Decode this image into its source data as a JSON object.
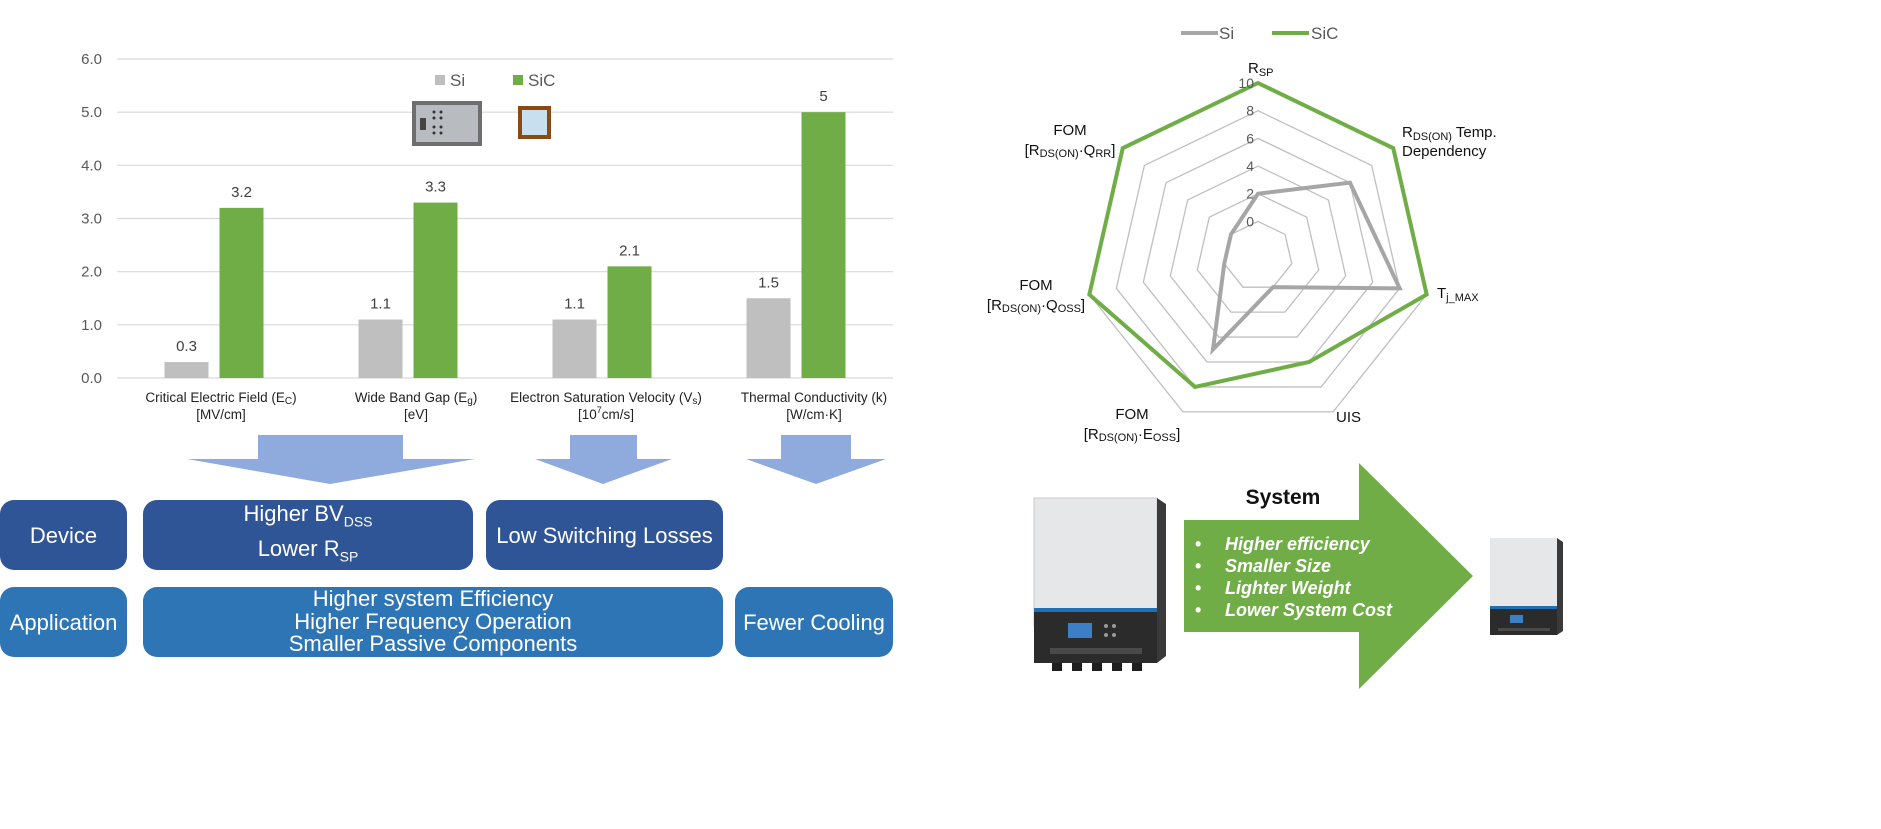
{
  "colors": {
    "si": "#bfbfbf",
    "sic": "#70ad47",
    "grid": "#d9d9d9",
    "arrow": "#8faadc",
    "device_box": "#2f5597",
    "application_box": "#2e75b6",
    "system_arrow": "#70ad47"
  },
  "chart_data": [
    {
      "type": "bar",
      "categories": [
        [
          "Critical Electric Field (Ec)",
          "[MV/cm]"
        ],
        [
          "Wide Band Gap (Eg)",
          "[eV]"
        ],
        [
          "Electron Saturation Velocity (Vs)",
          "[10⁷cm/s]"
        ],
        [
          "Thermal Conductivity (k)",
          "[W/cm·K]"
        ]
      ],
      "series": [
        {
          "name": "Si",
          "values": [
            0.3,
            1.1,
            1.1,
            1.5
          ],
          "value_labels": [
            "0.3",
            "1.1",
            "1.1",
            "1.5"
          ]
        },
        {
          "name": "SiC",
          "values": [
            3.2,
            3.3,
            2.1,
            5
          ],
          "value_labels": [
            "3.2",
            "3.3",
            "2.1",
            "5"
          ]
        }
      ],
      "ylim": [
        0,
        6
      ],
      "yticks": [
        "0.0",
        "1.0",
        "2.0",
        "3.0",
        "4.0",
        "5.0",
        "6.0"
      ],
      "grid": true,
      "legend": "top-center"
    },
    {
      "type": "radar",
      "axes": [
        "RSP",
        "RDS(ON) Temp. Dependency",
        "Tj_MAX",
        "UIS",
        "FOM [RDS(ON)·EOSS]",
        "FOM [RDS(ON)·QOSS]",
        "FOM [RDS(ON)·QRR]"
      ],
      "series": [
        {
          "name": "Si",
          "values": [
            2,
            6,
            8,
            0,
            5,
            0,
            0
          ]
        },
        {
          "name": "SiC",
          "values": [
            10,
            10,
            10,
            6,
            8,
            10,
            10
          ]
        }
      ],
      "rlim": [
        0,
        10
      ],
      "rticks": [
        "0",
        "2",
        "4",
        "6",
        "8",
        "10"
      ],
      "legend": "top"
    }
  ],
  "radar_labels": {
    "rsp": {
      "main": "R",
      "sub": "SP"
    },
    "temp": {
      "main": "R",
      "sub": "DS(ON)",
      "rest": " Temp.",
      "line2": "Dependency"
    },
    "tj": {
      "main": "T",
      "sub": "j_MAX"
    },
    "uis": "UIS",
    "eoss": {
      "line1": "FOM",
      "open": "[R",
      "sub1": "DS(ON)",
      "mid": "·E",
      "sub2": "OSS",
      "close": "]"
    },
    "qoss": {
      "line1": "FOM",
      "open": "[R",
      "sub1": "DS(ON)",
      "mid": "·Q",
      "sub2": "OSS",
      "close": "]"
    },
    "qrr": {
      "line1": "FOM",
      "open": "[R",
      "sub1": "DS(ON)",
      "mid": "·Q",
      "sub2": "RR",
      "close": "]"
    }
  },
  "category_labels": {
    "ec": {
      "line1a": "Critical Electric Field (E",
      "sub": "C",
      "line1b": ")",
      "line2": "[MV/cm]"
    },
    "eg": {
      "line1a": "Wide Band Gap (E",
      "sub": "g",
      "line1b": ")",
      "line2": "[eV]"
    },
    "vs": {
      "line1a": "Electron Saturation Velocity (V",
      "sub": "s",
      "line1b": ")",
      "line2a": "[10",
      "sup": "7",
      "line2b": "cm/s]"
    },
    "k": {
      "line1": "Thermal Conductivity (k)",
      "line2": "[W/cm·K]"
    }
  },
  "device_row": {
    "label": "Device",
    "box1_line1_main": "Higher BV",
    "box1_line1_sub": "DSS",
    "box1_line2_main": "Lower  R",
    "box1_line2_sub": "SP",
    "box2": "Low Switching Losses"
  },
  "application_row": {
    "label": "Application",
    "lines": [
      "Higher system Efficiency",
      "Higher Frequency Operation",
      "Smaller Passive Components"
    ],
    "cooling": "Fewer Cooling"
  },
  "system": {
    "title": "System",
    "bullet": "•",
    "items": [
      "Higher efficiency",
      "Smaller Size",
      "Lighter Weight",
      "Lower System Cost"
    ]
  }
}
